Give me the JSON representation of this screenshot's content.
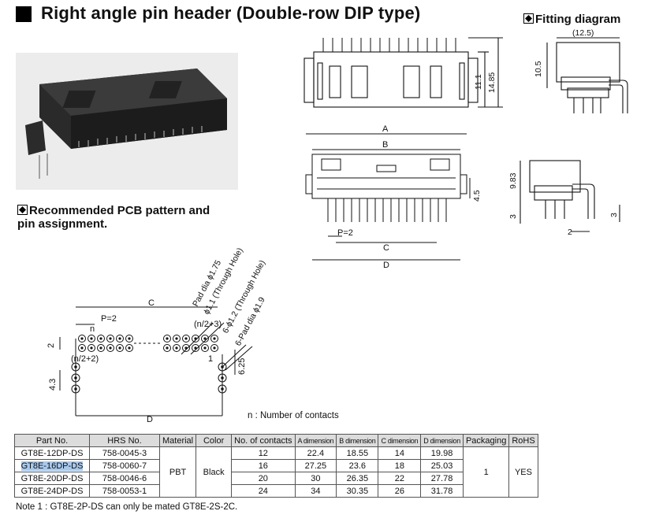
{
  "title": "Right angle pin header (Double-row DIP type)",
  "fitting_heading": "Fitting diagram",
  "pcb_heading_line1": "Recommended PCB pattern and",
  "pcb_heading_line2": "pin assignment.",
  "contacts_note": "n : Number of contacts",
  "note": "Note 1 : GT8E-2P-DS can only be mated GT8E-2S-2C.",
  "dims": {
    "w125": "(12.5)",
    "h105": "10.5",
    "h111": "11.1",
    "h1485": "14.85",
    "A": "A",
    "B": "B",
    "C": "C",
    "D": "D",
    "h45": "4.5",
    "h983": "9.83",
    "h3": "3",
    "w2": "2",
    "p2": "P=2",
    "h2": "2",
    "h625": "6.25",
    "h43": "4.3",
    "n": "n",
    "n2p3": "(n/2+3)",
    "n2p2": "(n/2+2)",
    "one": "1",
    "pad175": "Pad dia ϕ1.75",
    "hole11": "ϕ1.1 (Through Hole)",
    "hole12": "6-ϕ1.2 (Through Hole)",
    "pad19": "6-Pad dia ϕ1.9"
  },
  "table": {
    "headers": [
      "Part No.",
      "HRS No.",
      "Material",
      "Color",
      "No. of contacts",
      "A dimension",
      "B dimension",
      "C dimension",
      "D dimension",
      "Packaging",
      "RoHS"
    ],
    "rows": [
      {
        "part": "GT8E-12DP-DS",
        "hrs": "758-0045-3",
        "contacts": "12",
        "a": "22.4",
        "b": "18.55",
        "c": "14",
        "d": "19.98"
      },
      {
        "part": "GT8E-16DP-DS",
        "hrs": "758-0060-7",
        "contacts": "16",
        "a": "27.25",
        "b": "23.6",
        "c": "18",
        "d": "25.03"
      },
      {
        "part": "GT8E-20DP-DS",
        "hrs": "758-0046-6",
        "contacts": "20",
        "a": "30",
        "b": "26.35",
        "c": "22",
        "d": "27.78"
      },
      {
        "part": "GT8E-24DP-DS",
        "hrs": "758-0053-1",
        "contacts": "24",
        "a": "34",
        "b": "30.35",
        "c": "26",
        "d": "31.78"
      }
    ],
    "material": "PBT",
    "color": "Black",
    "packaging": "1",
    "rohs": "YES"
  }
}
